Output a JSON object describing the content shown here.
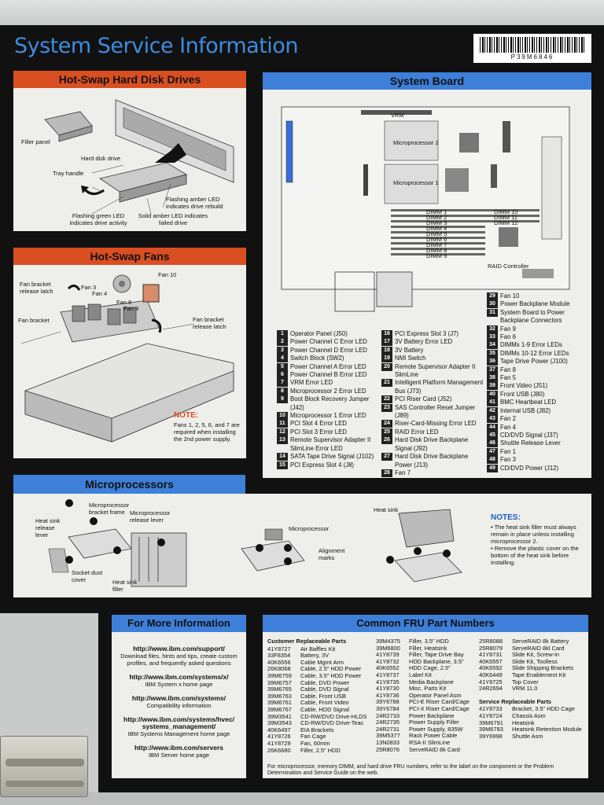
{
  "title": "System Service Information",
  "barcode_text": "P39M6846",
  "hdd": {
    "header": "Hot-Swap Hard Disk Drives",
    "labels": {
      "filler": "Filler panel",
      "hdd": "Hard disk drive",
      "tray": "Tray handle",
      "amber_flash": "Flashing amber LED indicates drive rebuild",
      "green_flash": "Flashing green LED indicates drive activity",
      "amber_solid": "Solid amber LED indicates failed drive"
    }
  },
  "fans": {
    "header": "Hot-Swap Fans",
    "labels": {
      "latch_left": "Fan bracket release latch",
      "fan3": "Fan 3",
      "fan4": "Fan 4",
      "fan10": "Fan 10",
      "fan8": "Fan 8",
      "fan9": "Fan 9",
      "bracket": "Fan bracket",
      "latch_right": "Fan bracket release latch"
    },
    "note_title": "NOTE:",
    "note_text": "Fans 1, 2, 5, 6, and 7 are required when installing the 2nd power supply."
  },
  "board": {
    "header": "System Board",
    "labels": {
      "vrm": "VRM",
      "mp2": "Microprocessor 2",
      "mp1": "Microprocessor 1",
      "dimm1": "DIMM 1",
      "dimm2": "DIMM 2",
      "dimm3": "DIMM 3",
      "dimm4": "DIMM 4",
      "dimm5": "DIMM 5",
      "dimm6": "DIMM 6",
      "dimm7": "DIMM 7",
      "dimm8": "DIMM 8",
      "dimm9": "DIMM 9",
      "dimm10": "DIMM 10",
      "dimm11": "DIMM 11",
      "dimm12": "DIMM 12",
      "raid": "RAID Controller"
    },
    "legend_col1": [
      {
        "n": "1",
        "t": "Operator Panel (J50)"
      },
      {
        "n": "2",
        "t": "Power Channel C Error LED"
      },
      {
        "n": "3",
        "t": "Power Channel D Error LED"
      },
      {
        "n": "4",
        "t": "Switch Block (SW2)"
      },
      {
        "n": "5",
        "t": "Power Channel A Error LED"
      },
      {
        "n": "6",
        "t": "Power Channel B Error LED"
      },
      {
        "n": "7",
        "t": "VRM Error LED"
      },
      {
        "n": "8",
        "t": "Microprocessor 2 Error LED"
      },
      {
        "n": "9",
        "t": "Boot Block Recovery Jumper (J42)"
      },
      {
        "n": "10",
        "t": "Microprocessor 1 Error LED"
      },
      {
        "n": "11",
        "t": "PCI Slot 4 Error LED"
      },
      {
        "n": "12",
        "t": "PCI Slot 3 Error LED"
      },
      {
        "n": "13",
        "t": "Remote Supervisor Adapter II SlimLine Error LED"
      },
      {
        "n": "14",
        "t": "SATA Tape Drive Signal (J102)"
      },
      {
        "n": "15",
        "t": "PCI Express Slot 4 (J8)"
      }
    ],
    "legend_col2": [
      {
        "n": "16",
        "t": "PCI Express Slot 3 (J7)"
      },
      {
        "n": "17",
        "t": "3V Battery Error LED"
      },
      {
        "n": "18",
        "t": "3V Battery"
      },
      {
        "n": "19",
        "t": "NMI Switch"
      },
      {
        "n": "20",
        "t": "Remote Supervisor Adapter II SlimLine"
      },
      {
        "n": "21",
        "t": "Intelligent Platform Management Bus (J73)"
      },
      {
        "n": "22",
        "t": "PCI Riser Card (J52)"
      },
      {
        "n": "23",
        "t": "SAS Controller Reset Jumper (J89)"
      },
      {
        "n": "24",
        "t": "Riser-Card-Missing Error LED"
      },
      {
        "n": "25",
        "t": "RAID Error LED"
      },
      {
        "n": "26",
        "t": "Hard Disk Drive Backplane Signal (J92)"
      },
      {
        "n": "27",
        "t": "Hard Disk Drive Backplane Power (J13)"
      },
      {
        "n": "28",
        "t": "Fan 7"
      }
    ],
    "legend_col3": [
      {
        "n": "29",
        "t": "Fan 10"
      },
      {
        "n": "30",
        "t": "Power Backplane Module"
      },
      {
        "n": "31",
        "t": "System Board to Power Backplane Connectors"
      },
      {
        "n": "32",
        "t": "Fan 9"
      },
      {
        "n": "33",
        "t": "Fan 6"
      },
      {
        "n": "34",
        "t": "DIMMs 1-9 Error LEDs"
      },
      {
        "n": "35",
        "t": "DIMMs 10-12 Error LEDs"
      },
      {
        "n": "36",
        "t": "Tape Drive Power (J100)"
      },
      {
        "n": "37",
        "t": "Fan 8"
      },
      {
        "n": "38",
        "t": "Fan 5"
      },
      {
        "n": "39",
        "t": "Front Video (J51)"
      },
      {
        "n": "40",
        "t": "Front USB (J80)"
      },
      {
        "n": "41",
        "t": "BMC Heartbeat LED"
      },
      {
        "n": "42",
        "t": "Internal USB (J82)"
      },
      {
        "n": "43",
        "t": "Fan 2"
      },
      {
        "n": "44",
        "t": "Fan 4"
      },
      {
        "n": "45",
        "t": "CD/DVD Signal (J37)"
      },
      {
        "n": "46",
        "t": "Shuttle Release Lever"
      },
      {
        "n": "47",
        "t": "Fan 1"
      },
      {
        "n": "48",
        "t": "Fan 3"
      },
      {
        "n": "49",
        "t": "CD/DVD Power (J12)"
      }
    ]
  },
  "micro": {
    "header": "Microprocessors",
    "labels": {
      "heatsink_lever": "Heat sink release lever",
      "bracket_frame": "Microprocessor bracket frame",
      "release_lever": "Microprocessor release lever",
      "socket_cover": "Socket dust cover",
      "heatsink_filler": "Heat sink filler",
      "microprocessor": "Microprocessor",
      "alignment": "Alignment marks",
      "heatsink": "Heat sink"
    },
    "notes_title": "NOTES:",
    "notes": [
      "The heat sink filler must always remain in place unless installing microprocessor 2.",
      "Remove the plastic cover on the bottom of the heat sink before installing."
    ]
  },
  "more_info": {
    "header": "For More Information",
    "entries": [
      {
        "url": "http://www.ibm.com/support/",
        "desc": "Download files, hints and tips, create custom profiles, and frequently asked questions"
      },
      {
        "url": "http://www.ibm.com/systems/x/",
        "desc": "IBM System x home page"
      },
      {
        "url": "http://www.ibm.com/systems/",
        "desc": "Compatibility information"
      },
      {
        "url": "http://www.ibm.com/systems/hvec/ systems_management/",
        "desc": "IBM Systems Management home page"
      },
      {
        "url": "http://www.ibm.com/servers",
        "desc": "IBM Server home page"
      }
    ]
  },
  "fru": {
    "header": "Common FRU Part Numbers",
    "crp_title": "Customer Replaceable Parts",
    "col1": [
      [
        "41Y8727",
        "Air Baffles Kit"
      ],
      [
        "33F8354",
        "Battery, 3V"
      ],
      [
        "40K6556",
        "Cable Mgmt Arm"
      ],
      [
        "26K8068",
        "Cable, 2.5\" HDD Power"
      ],
      [
        "39M6759",
        "Cable, 3.5\" HDD Power"
      ],
      [
        "39M6757",
        "Cable, DVD Power"
      ],
      [
        "39M6765",
        "Cable, DVD Signal"
      ],
      [
        "39M6763",
        "Cable, Front USB"
      ],
      [
        "39M6761",
        "Cable, Front Video"
      ],
      [
        "39M6767",
        "Cable, HDD Signal"
      ],
      [
        "39M3541",
        "CD-RW/DVD Drive-HLDS"
      ],
      [
        "39M3543",
        "CD-RW/DVD Drive-Teac"
      ],
      [
        "40K6497",
        "EIA Brackets"
      ],
      [
        "41Y8726",
        "Fan Cage"
      ],
      [
        "41Y8729",
        "Fan, 60mm"
      ],
      [
        "26K6680",
        "Filler, 2.5\" HDD"
      ]
    ],
    "col2": [
      [
        "39M4375",
        "Filler, 3.5\" HDD"
      ],
      [
        "39M6800",
        "Filler, Heatsink"
      ],
      [
        "41Y8739",
        "Filler, Tape Drive Bay"
      ],
      [
        "41Y8732",
        "HDD Backplane, 3.5\""
      ],
      [
        "40K6552",
        "HDD Cage, 2.5\""
      ],
      [
        "41Y8737",
        "Label Kit"
      ],
      [
        "41Y8735",
        "Media Backplane"
      ],
      [
        "41Y8730",
        "Misc. Parts Kit"
      ],
      [
        "41Y8736",
        "Operator Panel Asm"
      ],
      [
        "39Y6788",
        "PCI-E Riser Card/Cage"
      ],
      [
        "39Y6784",
        "PCI-X Riser Card/Cage"
      ],
      [
        "24R2733",
        "Power Backplane"
      ],
      [
        "24R2735",
        "Power Supply Filler"
      ],
      [
        "24R2731",
        "Power Supply, 835W"
      ],
      [
        "39M5377",
        "Rack Power Cable"
      ],
      [
        "13N0833",
        "RSA-II SlimLine"
      ],
      [
        "25R8076",
        "ServeRAID 8k Card"
      ]
    ],
    "col3": [
      [
        "25R8088",
        "ServeRAID 8k Battery"
      ],
      [
        "25R8079",
        "ServeRAID 8kl Card"
      ],
      [
        "41Y8731",
        "Slide Kit, Screw-in"
      ],
      [
        "40K6557",
        "Slide Kit, Toolless"
      ],
      [
        "40K6592",
        "Slide Shipping Brackets"
      ],
      [
        "40K6449",
        "Tape Enablement Kit"
      ],
      [
        "41Y8725",
        "Top Cover"
      ],
      [
        "24R2694",
        "VRM 11.0"
      ]
    ],
    "srp_title": "Service Replaceable Parts",
    "col3b": [
      [
        "41Y8733",
        "Bracket, 3.5\" HDD Cage"
      ],
      [
        "41Y8724",
        "Chassis Asm"
      ],
      [
        "39M6791",
        "Heatsink"
      ],
      [
        "39M6783",
        "Heatsink Retention Module"
      ],
      [
        "39Y6998",
        "Shuttle Asm"
      ]
    ],
    "footnote": "For microprocessor, memory DIMM, and hard drive FRU numbers, refer to the label on the component or the Problem Determination and Service Guide on the web."
  }
}
